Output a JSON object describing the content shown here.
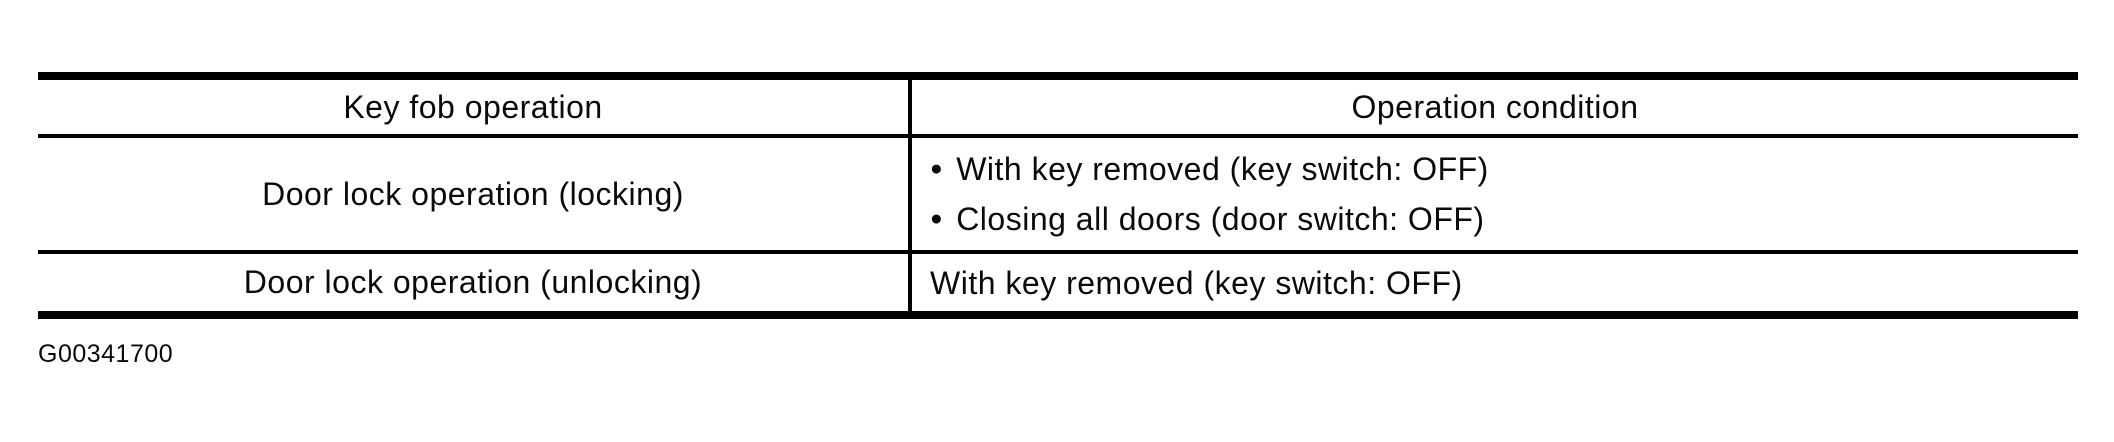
{
  "colors": {
    "ink": "#0a0a0a",
    "paper": "#ffffff"
  },
  "icons": {
    "bullet": "●"
  },
  "table": {
    "headers": [
      "Key fob operation",
      "Operation condition"
    ],
    "rows": [
      {
        "operation": "Door lock operation (locking)",
        "conditions": [
          "With key removed (key switch: OFF)",
          "Closing all doors (door switch: OFF)"
        ]
      },
      {
        "operation": "Door lock operation (unlocking)",
        "conditions": [
          "With key removed (key switch: OFF)"
        ]
      }
    ]
  },
  "footer": {
    "figure_code": "G00341700"
  }
}
